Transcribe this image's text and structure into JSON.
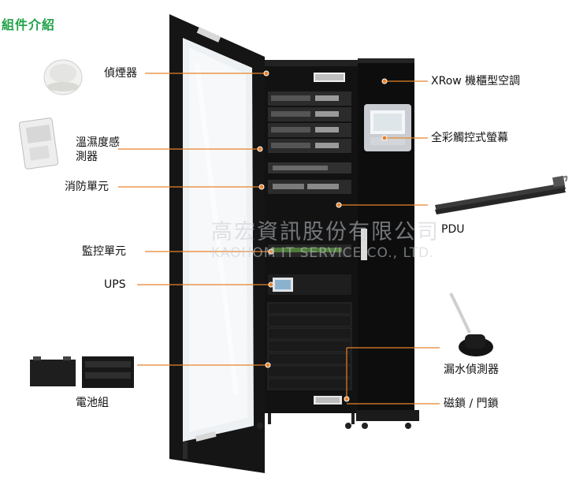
{
  "title": "組件介紹",
  "labels": {
    "smoke": "偵煙器",
    "temp_humidity": "溫濕度感測器",
    "fire": "消防單元",
    "monitor": "監控單元",
    "ups": "UPS",
    "battery": "電池組",
    "aircon": "XRow 機櫃型空調",
    "screen": "全彩觸控式螢幕",
    "pdu": "PDU",
    "leak": "漏水偵測器",
    "lock": "磁鎖 / 門鎖"
  },
  "watermark": {
    "cn": "高宏資訊股份有限公司",
    "en": "KAOHOM IT SERVICE CO., LTD."
  },
  "colors": {
    "title": "#22a24a",
    "leader": "#e8822a",
    "rack": "#111111"
  }
}
